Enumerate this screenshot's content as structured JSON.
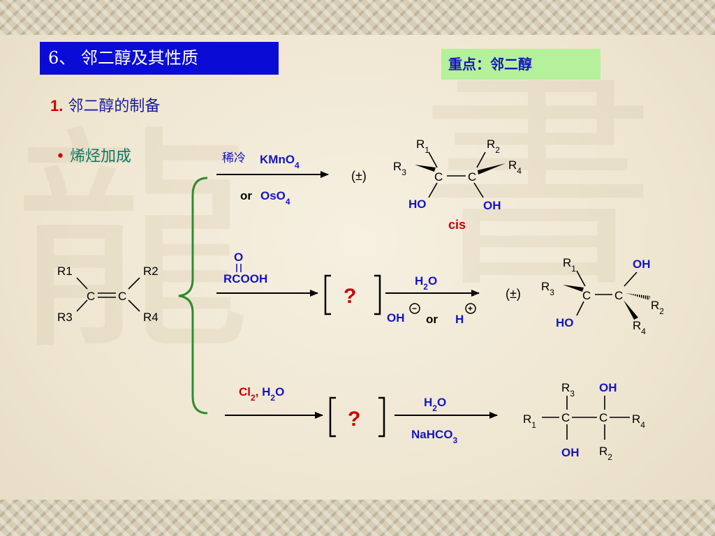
{
  "title": "6、 邻二醇及其性质",
  "key_point": "重点：邻二醇",
  "section": {
    "number": "1.",
    "label": "邻二醇的制备"
  },
  "bullet": {
    "mark": "•",
    "label": "烯烃加成"
  },
  "reactant": {
    "r1": "R1",
    "r2": "R2",
    "r3": "R3",
    "r4": "R4",
    "c": "C"
  },
  "reaction1": {
    "reagent_cn": "稀冷",
    "reagent_top": "KMnO4",
    "reagent_bottom_prefix": "or",
    "reagent_bottom": "OsO4",
    "racemic": "(±)",
    "product": {
      "r1": "R1",
      "r2": "R2",
      "r3": "R3",
      "r4": "R4",
      "ho": "HO",
      "oh": "OH",
      "c": "C"
    },
    "stereo_label": "cis"
  },
  "reaction2": {
    "peracid_o": "O",
    "peracid": "RCOOH",
    "intermediate": "?",
    "reagent_top": "H2O",
    "reagent_bottom": "OH",
    "or": "or",
    "reagent_bottom_2": "H",
    "minus": "−",
    "plus": "+",
    "racemic": "(±)",
    "product": {
      "r1": "R1",
      "r2": "R2",
      "r3": "R3",
      "r4": "R4",
      "ho": "HO",
      "oh": "OH",
      "c": "C"
    }
  },
  "reaction3": {
    "reagent": "Cl2, H2O",
    "intermediate": "?",
    "reagent_top": "H2O",
    "reagent_bottom": "NaHCO3",
    "product": {
      "r1": "R1",
      "r2": "R2",
      "r3": "R3",
      "r4": "R4",
      "oh_top": "OH",
      "oh_bottom": "OH",
      "c": "C"
    }
  },
  "colors": {
    "title_bg": "#0b0bd6",
    "key_bg": "#b5f09a",
    "reagent_blue": "#1515c0",
    "red": "#cc0000",
    "brace_green": "#2e8b2e",
    "teal": "#0a7a68"
  }
}
